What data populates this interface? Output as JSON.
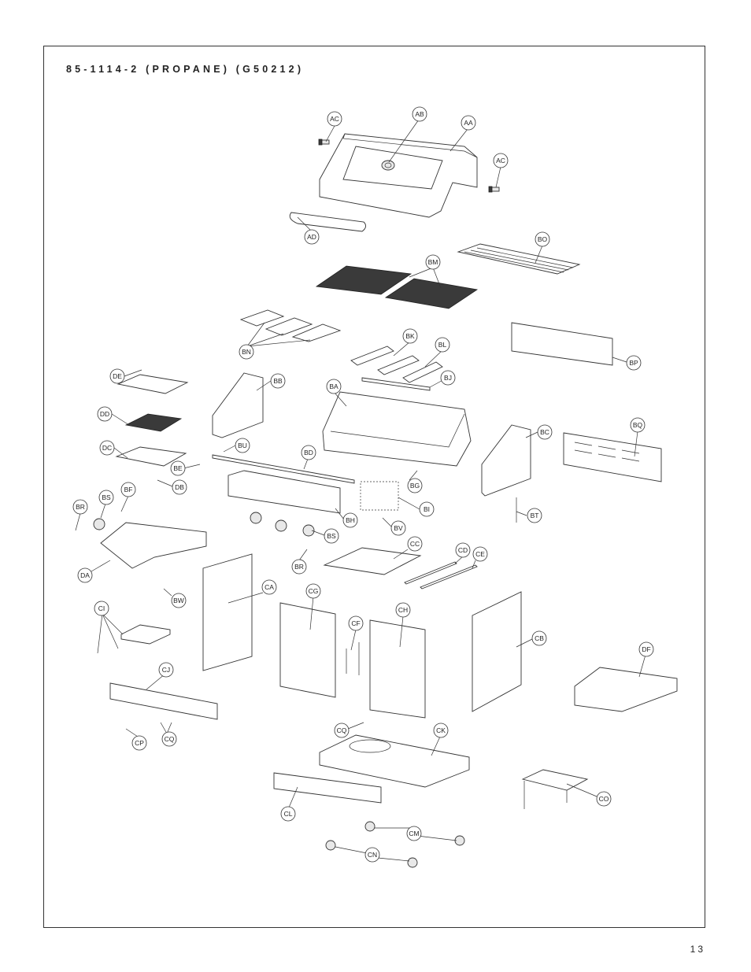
{
  "header": {
    "title": "85-1114-2 (PROPANE) (G50212)"
  },
  "footer": {
    "page_number": "13"
  },
  "callouts": [
    {
      "id": "AC1",
      "label": "AC"
    },
    {
      "id": "AB",
      "label": "AB"
    },
    {
      "id": "AA",
      "label": "AA"
    },
    {
      "id": "AC2",
      "label": "AC"
    },
    {
      "id": "AD",
      "label": "AD"
    },
    {
      "id": "BO",
      "label": "BO"
    },
    {
      "id": "BM",
      "label": "BM"
    },
    {
      "id": "BN",
      "label": "BN"
    },
    {
      "id": "BK",
      "label": "BK"
    },
    {
      "id": "BL",
      "label": "BL"
    },
    {
      "id": "BP",
      "label": "BP"
    },
    {
      "id": "DE",
      "label": "DE"
    },
    {
      "id": "BB",
      "label": "BB"
    },
    {
      "id": "BA",
      "label": "BA"
    },
    {
      "id": "BJ",
      "label": "BJ"
    },
    {
      "id": "DD",
      "label": "DD"
    },
    {
      "id": "BC",
      "label": "BC"
    },
    {
      "id": "BQ",
      "label": "BQ"
    },
    {
      "id": "DC",
      "label": "DC"
    },
    {
      "id": "BU",
      "label": "BU"
    },
    {
      "id": "BD",
      "label": "BD"
    },
    {
      "id": "BE",
      "label": "BE"
    },
    {
      "id": "BG",
      "label": "BG"
    },
    {
      "id": "BF",
      "label": "BF"
    },
    {
      "id": "DB",
      "label": "DB"
    },
    {
      "id": "BS1",
      "label": "BS"
    },
    {
      "id": "BI",
      "label": "BI"
    },
    {
      "id": "BR1",
      "label": "BR"
    },
    {
      "id": "BH",
      "label": "BH"
    },
    {
      "id": "BT",
      "label": "BT"
    },
    {
      "id": "BV",
      "label": "BV"
    },
    {
      "id": "BS2",
      "label": "BS"
    },
    {
      "id": "CC",
      "label": "CC"
    },
    {
      "id": "DA",
      "label": "DA"
    },
    {
      "id": "BR2",
      "label": "BR"
    },
    {
      "id": "CD",
      "label": "CD"
    },
    {
      "id": "CE",
      "label": "CE"
    },
    {
      "id": "CA",
      "label": "CA"
    },
    {
      "id": "CG",
      "label": "CG"
    },
    {
      "id": "BW",
      "label": "BW"
    },
    {
      "id": "CI",
      "label": "CI"
    },
    {
      "id": "CH",
      "label": "CH"
    },
    {
      "id": "CB",
      "label": "CB"
    },
    {
      "id": "CF",
      "label": "CF"
    },
    {
      "id": "DF",
      "label": "DF"
    },
    {
      "id": "CJ",
      "label": "CJ"
    },
    {
      "id": "CQ1",
      "label": "CQ"
    },
    {
      "id": "CK",
      "label": "CK"
    },
    {
      "id": "CP",
      "label": "CP"
    },
    {
      "id": "CQ2",
      "label": "CQ"
    },
    {
      "id": "CO",
      "label": "CO"
    },
    {
      "id": "CL",
      "label": "CL"
    },
    {
      "id": "CM",
      "label": "CM"
    },
    {
      "id": "CN",
      "label": "CN"
    }
  ]
}
